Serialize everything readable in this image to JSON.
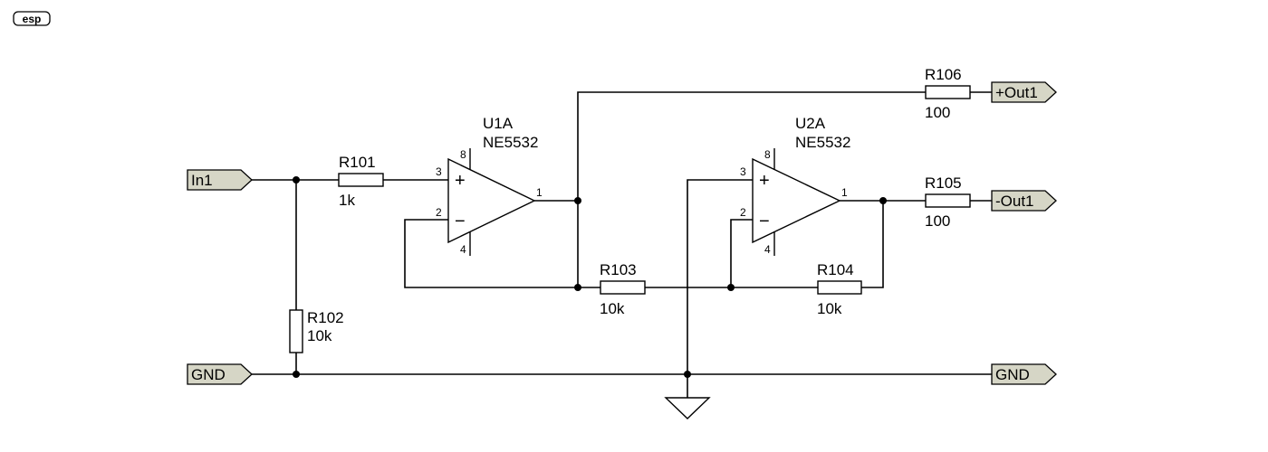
{
  "logo": "esp",
  "ports": {
    "in1": "In1",
    "gnd_left": "GND",
    "gnd_right": "GND",
    "out_plus": "+Out1",
    "out_minus": "-Out1"
  },
  "resistors": {
    "r101": {
      "ref": "R101",
      "value": "1k"
    },
    "r102": {
      "ref": "R102",
      "value": "10k"
    },
    "r103": {
      "ref": "R103",
      "value": "10k"
    },
    "r104": {
      "ref": "R104",
      "value": "10k"
    },
    "r105": {
      "ref": "R105",
      "value": "100"
    },
    "r106": {
      "ref": "R106",
      "value": "100"
    }
  },
  "opamps": {
    "u1": {
      "ref": "U1A",
      "part": "NE5532",
      "pin_noninv": "3",
      "pin_inv": "2",
      "pin_out": "1",
      "pin_vplus": "8",
      "pin_vminus": "4",
      "sign_plus": "+",
      "sign_minus": "−"
    },
    "u2": {
      "ref": "U2A",
      "part": "NE5532",
      "pin_noninv": "3",
      "pin_inv": "2",
      "pin_out": "1",
      "pin_vplus": "8",
      "pin_vminus": "4",
      "sign_plus": "+",
      "sign_minus": "−"
    }
  }
}
